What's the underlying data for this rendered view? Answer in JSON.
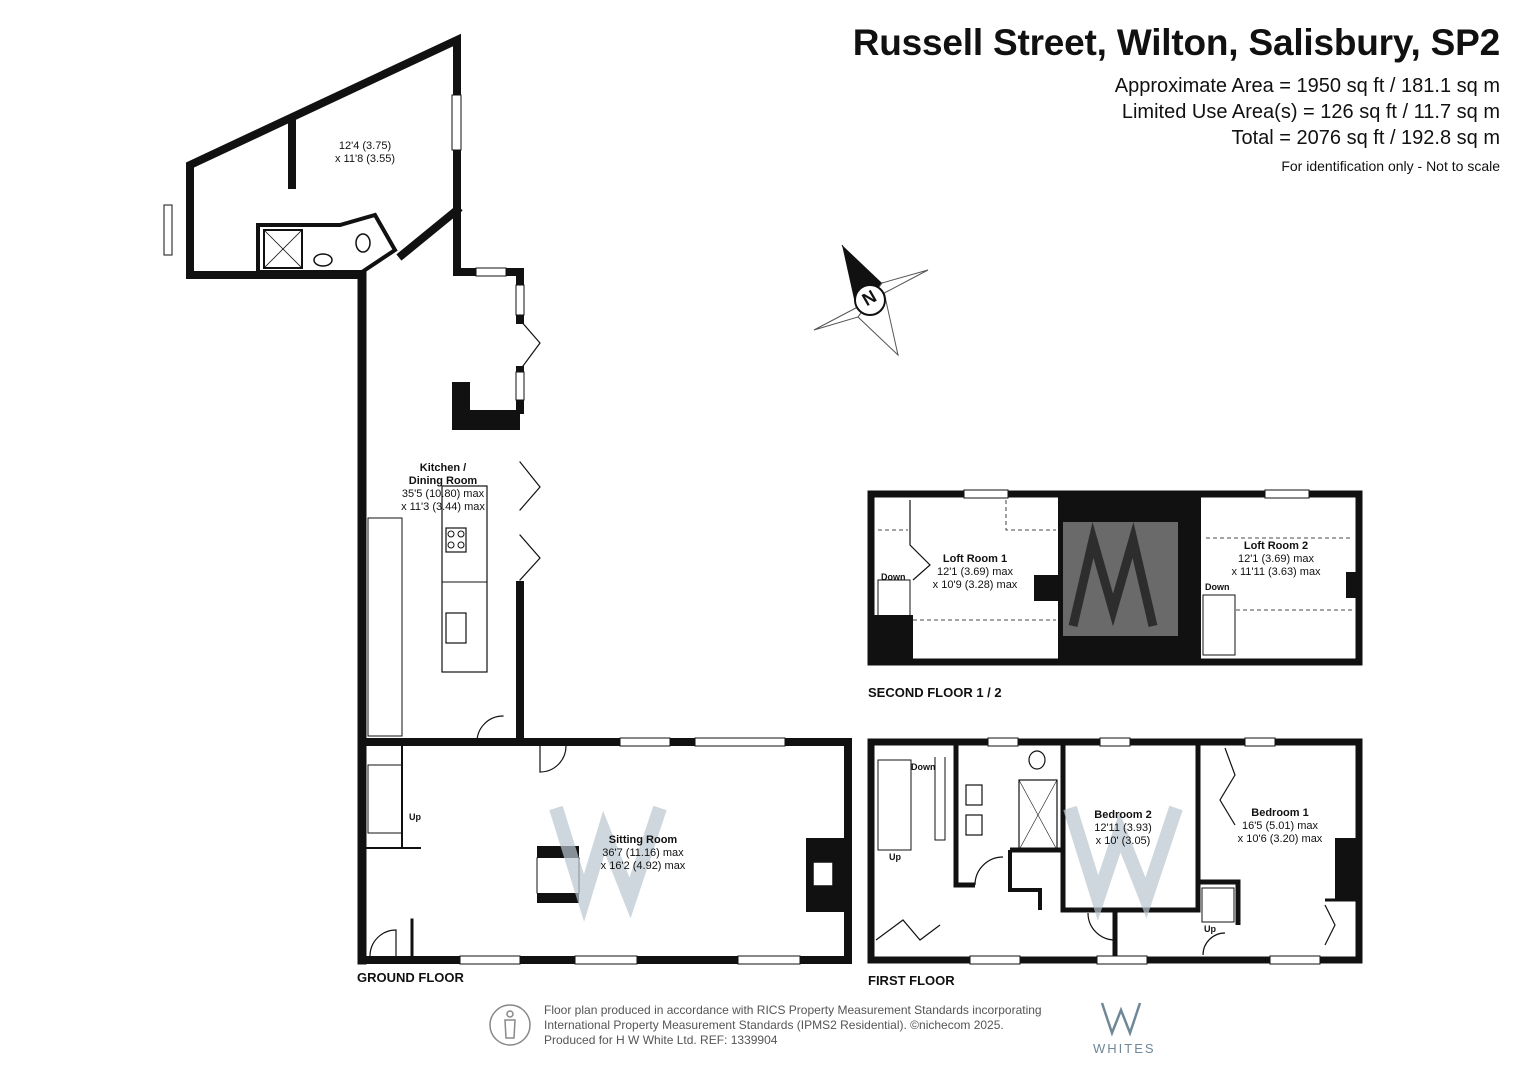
{
  "header": {
    "title": "Russell Street, Wilton, Salisbury, SP2",
    "approx_area": "Approximate Area = 1950 sq ft / 181.1 sq m",
    "limited_area": "Limited Use Area(s) = 126 sq ft / 11.7 sq m",
    "total_area": "Total = 2076 sq ft / 192.8 sq m",
    "note": "For identification only - Not to scale"
  },
  "compass": {
    "label": "N"
  },
  "floors": {
    "ground": "GROUND FLOOR",
    "first": "FIRST FLOOR",
    "second": "SECOND FLOOR 1 / 2"
  },
  "rooms": {
    "garden_room": {
      "dim1": "12'4 (3.75)",
      "dim2": "x 11'8 (3.55)"
    },
    "kitchen": {
      "name1": "Kitchen /",
      "name2": "Dining Room",
      "dim1": "35'5 (10.80) max",
      "dim2": "x 11'3 (3.44) max"
    },
    "sitting": {
      "name": "Sitting Room",
      "dim1": "36'7 (11.16)  max",
      "dim2": "x 16'2 (4.92) max"
    },
    "bedroom2": {
      "name": "Bedroom 2",
      "dim1": "12'11 (3.93)",
      "dim2": "x 10' (3.05)"
    },
    "bedroom1": {
      "name": "Bedroom 1",
      "dim1": "16'5 (5.01) max",
      "dim2": "x 10'6 (3.20) max"
    },
    "loft1": {
      "name": "Loft Room 1",
      "dim1": "12'1 (3.69) max",
      "dim2": "x 10'9 (3.28)  max"
    },
    "loft2": {
      "name": "Loft Room 2",
      "dim1": "12'1 (3.69) max",
      "dim2": "x 11'11 (3.63)  max"
    }
  },
  "stairs": {
    "up": "Up",
    "down": "Down"
  },
  "footer": {
    "line1": "Floor plan produced in accordance with RICS Property Measurement Standards incorporating",
    "line2": "International Property Measurement Standards (IPMS2 Residential).  ©nichecom 2025.",
    "line3": "Produced for H W White Ltd.   REF:  1339904"
  },
  "brand": {
    "name": "WHITES"
  },
  "colors": {
    "wall": "#111111",
    "watermark": "#b9c6ce",
    "brand": "#6f8797",
    "grey_block": "#6a6a6a"
  }
}
